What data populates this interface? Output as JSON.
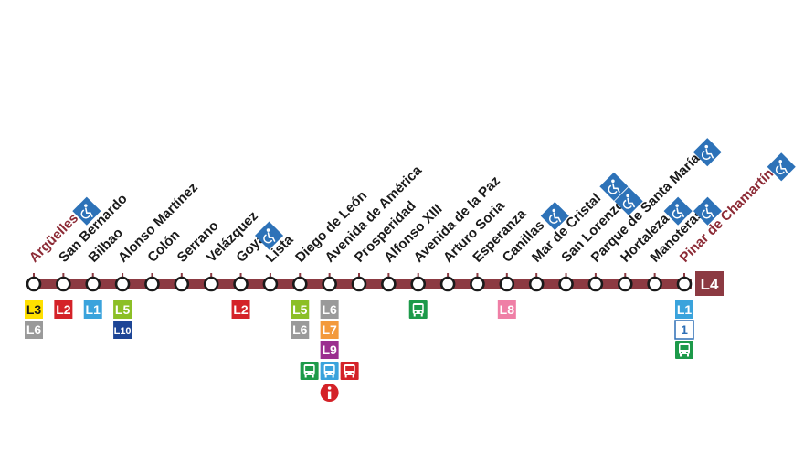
{
  "line": {
    "name": "L4",
    "color": "#8c3a42"
  },
  "stations": [
    {
      "name": "Argüelles",
      "terminal": true,
      "accessible": true,
      "connections": [
        {
          "label": "L3",
          "bg": "#ffe000",
          "fg": "#1a1a1a"
        },
        {
          "label": "L6",
          "bg": "#9a9a9a",
          "fg": "#ffffff"
        }
      ]
    },
    {
      "name": "San Bernardo",
      "accessible": false,
      "connections": [
        {
          "label": "L2",
          "bg": "#d42228",
          "fg": "#ffffff"
        }
      ]
    },
    {
      "name": "Bilbao",
      "accessible": false,
      "connections": [
        {
          "label": "L1",
          "bg": "#3aa3dc",
          "fg": "#ffffff"
        }
      ]
    },
    {
      "name": "Alonso Martínez",
      "accessible": false,
      "connections": [
        {
          "label": "L5",
          "bg": "#8cbf26",
          "fg": "#ffffff"
        },
        {
          "label": "L10",
          "bg": "#1d4596",
          "fg": "#ffffff"
        }
      ]
    },
    {
      "name": "Colón",
      "accessible": false,
      "connections": []
    },
    {
      "name": "Serrano",
      "accessible": false,
      "connections": []
    },
    {
      "name": "Velázquez",
      "accessible": false,
      "connections": []
    },
    {
      "name": "Goya",
      "accessible": true,
      "connections": [
        {
          "label": "L2",
          "bg": "#d42228",
          "fg": "#ffffff"
        }
      ]
    },
    {
      "name": "Lista",
      "accessible": false,
      "connections": []
    },
    {
      "name": "Diego de León",
      "accessible": false,
      "connections": [
        {
          "label": "L5",
          "bg": "#8cbf26",
          "fg": "#ffffff"
        },
        {
          "label": "L6",
          "bg": "#9a9a9a",
          "fg": "#ffffff"
        }
      ]
    },
    {
      "name": "Avenida de América",
      "accessible": false,
      "connections": [
        {
          "label": "L6",
          "bg": "#9a9a9a",
          "fg": "#ffffff"
        },
        {
          "label": "L7",
          "bg": "#f39a3c",
          "fg": "#ffffff"
        },
        {
          "label": "L9",
          "bg": "#9b2f8f",
          "fg": "#ffffff"
        }
      ],
      "extras": [
        "bus-interurban-icon",
        "bus-urban-icon",
        "bus-longdistance-icon",
        "info-icon"
      ]
    },
    {
      "name": "Prosperidad",
      "accessible": false,
      "connections": []
    },
    {
      "name": "Alfonso XIII",
      "accessible": false,
      "connections": []
    },
    {
      "name": "Avenida de la Paz",
      "accessible": false,
      "connections": [],
      "extras": [
        "bus-interurban-icon"
      ]
    },
    {
      "name": "Arturo Soria",
      "accessible": false,
      "connections": []
    },
    {
      "name": "Esperanza",
      "accessible": false,
      "connections": []
    },
    {
      "name": "Canillas",
      "accessible": true,
      "connections": [
        {
          "label": "L8",
          "bg": "#ef7fa6",
          "fg": "#ffffff"
        }
      ]
    },
    {
      "name": "Mar de Cristal",
      "accessible": true,
      "connections": []
    },
    {
      "name": "San Lorenzo",
      "accessible": true,
      "connections": []
    },
    {
      "name": "Parque de Santa María",
      "accessible": true,
      "connections": []
    },
    {
      "name": "Hortaleza",
      "accessible": true,
      "connections": []
    },
    {
      "name": "Manoteras",
      "accessible": true,
      "connections": []
    },
    {
      "name": "Pinar de Chamartín",
      "terminal": true,
      "accessible": true,
      "connections": [
        {
          "label": "L1",
          "bg": "#3aa3dc",
          "fg": "#ffffff"
        },
        {
          "label": "1",
          "bg": "#ffffff",
          "fg": "#2d6fb6",
          "border": "#2d6fb6"
        }
      ],
      "extras": [
        "bus-interurban-icon"
      ]
    }
  ],
  "colors": {
    "accessible": "#2d72b8",
    "bus_interurban": "#1d9a4a",
    "bus_urban": "#3aa3dc",
    "bus_longdistance": "#d42228",
    "info": "#d42228"
  }
}
